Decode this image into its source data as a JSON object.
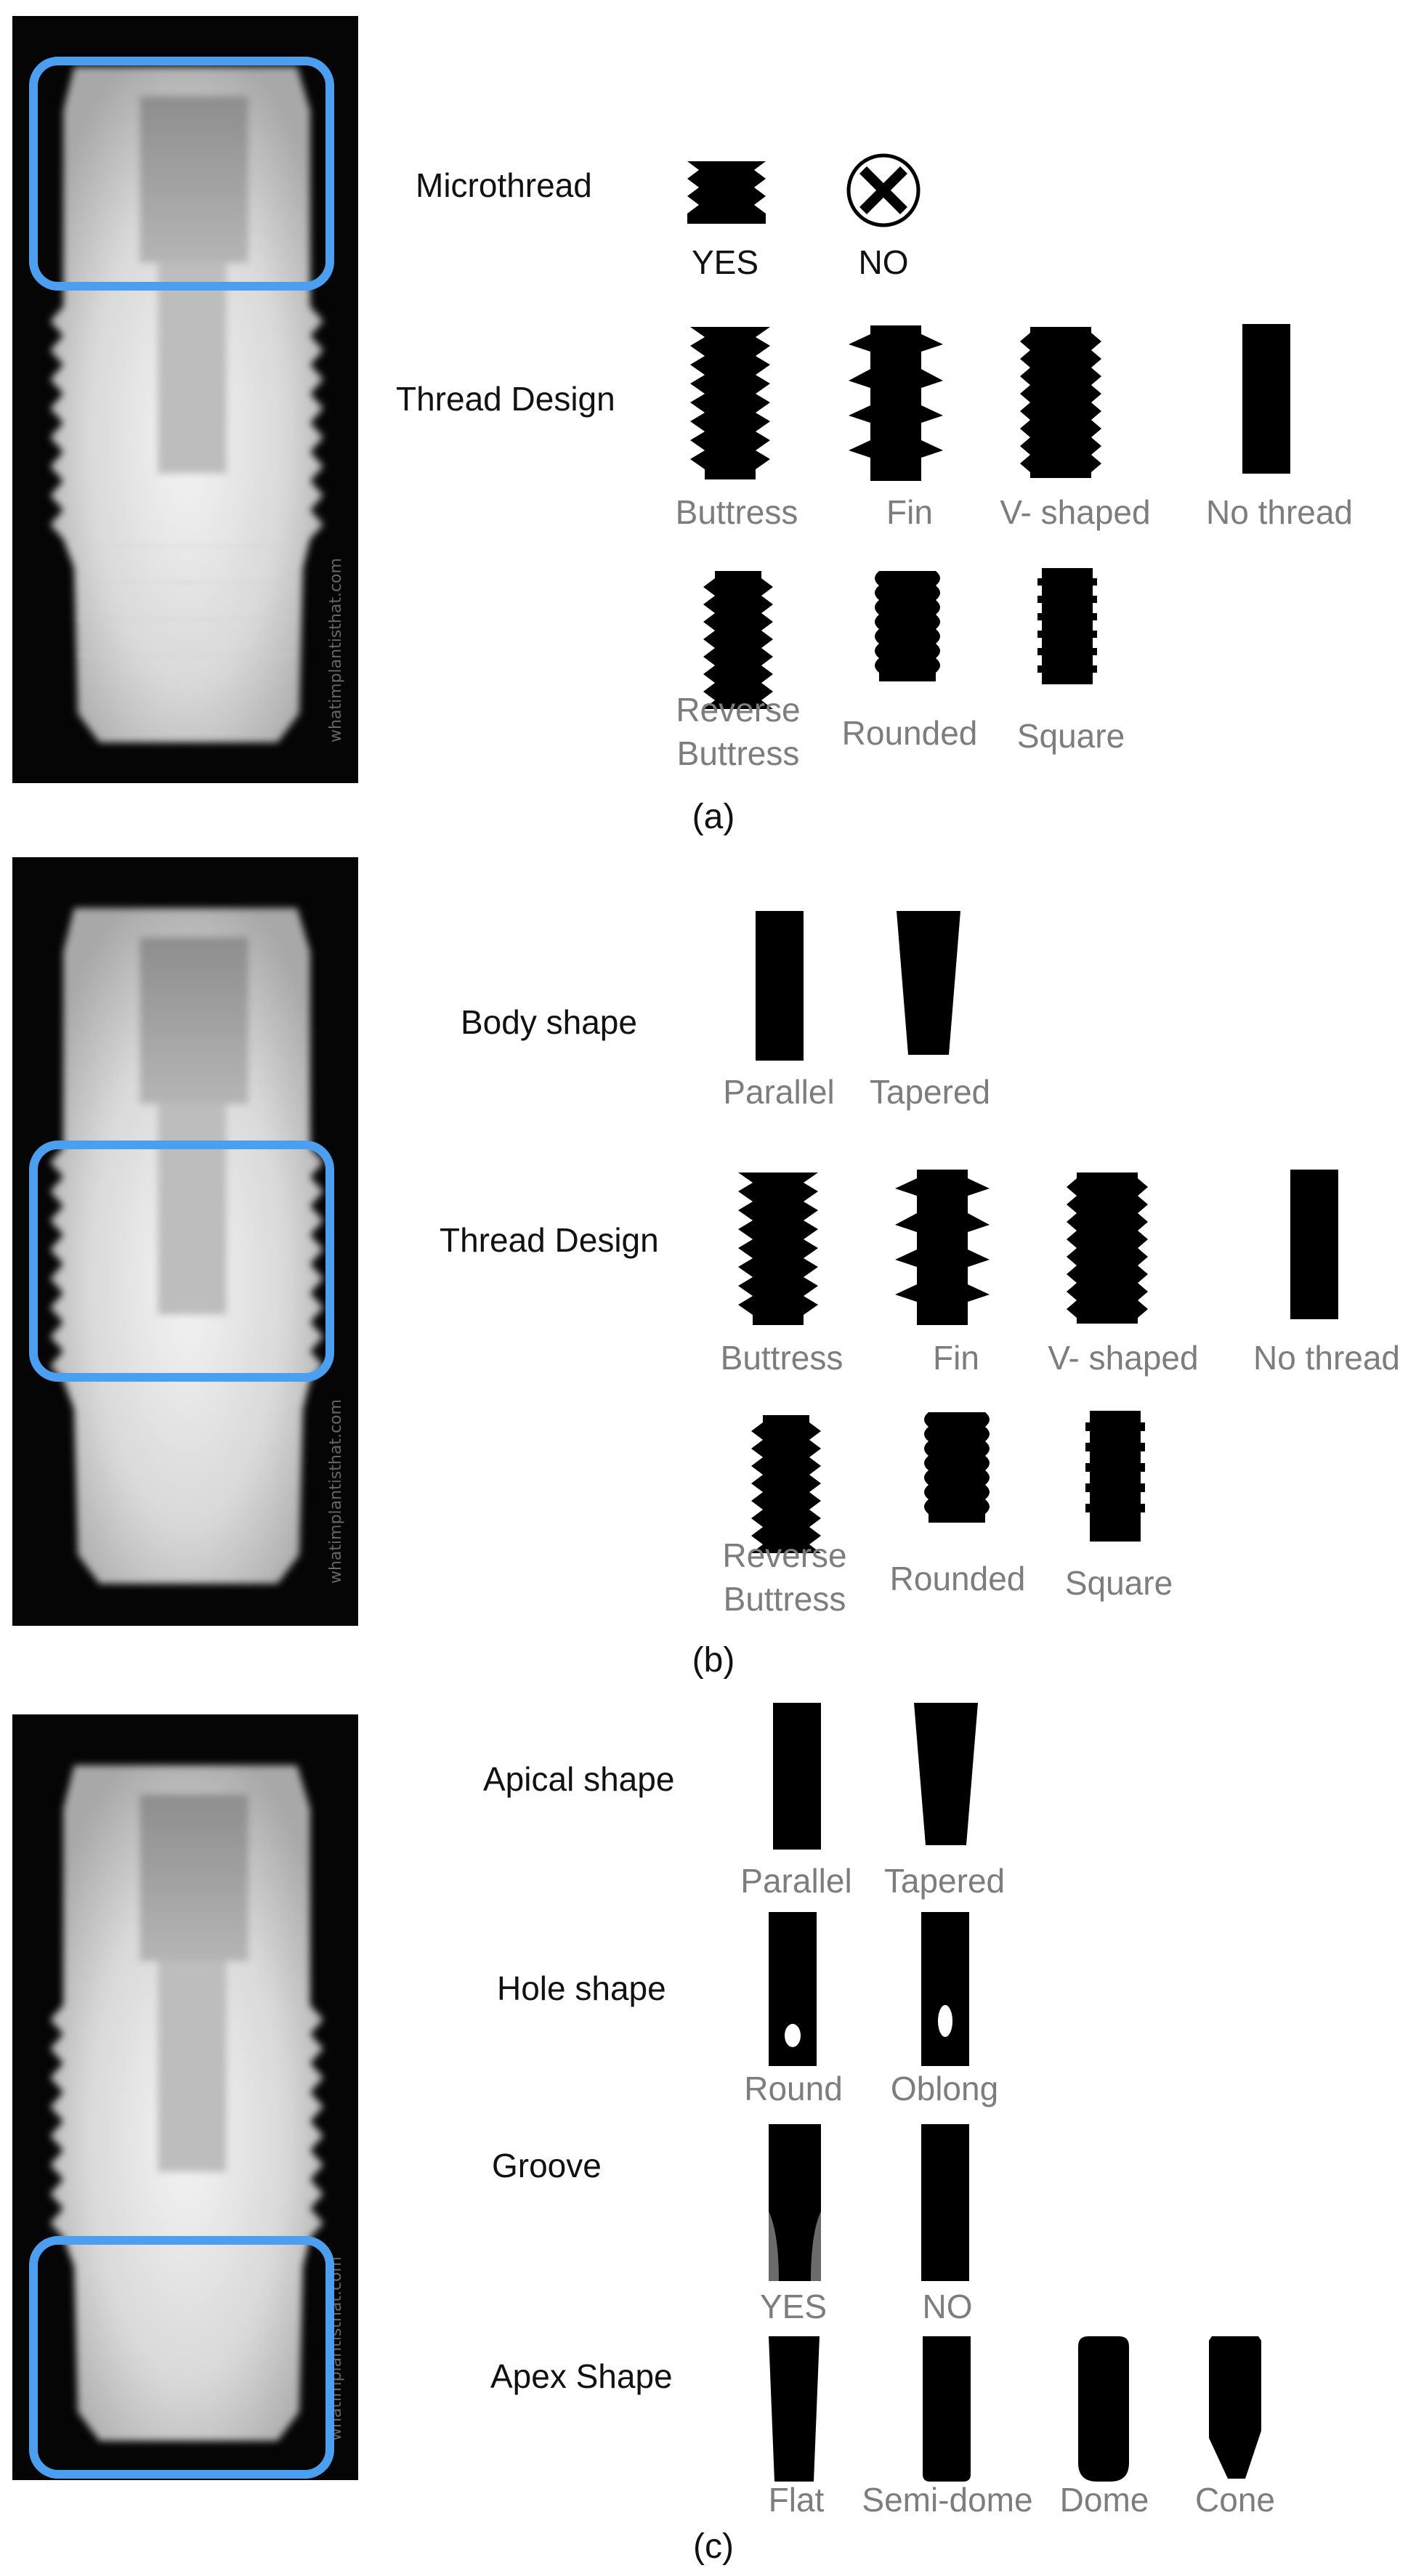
{
  "panel_a": {
    "caption": "(a)",
    "microthread": {
      "title": "Microthread",
      "yes": "YES",
      "no": "NO"
    },
    "thread_design": {
      "title": "Thread Design",
      "buttress": "Buttress",
      "fin": "Fin",
      "v_shaped": "V- shaped",
      "no_thread": "No thread",
      "reverse_buttress_1": "Reverse",
      "reverse_buttress_2": "Buttress",
      "rounded": "Rounded",
      "square": "Square"
    }
  },
  "panel_b": {
    "caption": "(b)",
    "body_shape": {
      "title": "Body shape",
      "parallel": "Parallel",
      "tapered": "Tapered"
    },
    "thread_design": {
      "title": "Thread Design",
      "buttress": "Buttress",
      "fin": "Fin",
      "v_shaped": "V- shaped",
      "no_thread": "No thread",
      "reverse_buttress_1": "Reverse",
      "reverse_buttress_2": "Buttress",
      "rounded": "Rounded",
      "square": "Square"
    }
  },
  "panel_c": {
    "caption": "(c)",
    "apical_shape": {
      "title": "Apical shape",
      "parallel": "Parallel",
      "tapered": "Tapered"
    },
    "hole_shape": {
      "title": "Hole shape",
      "round": "Round",
      "oblong": "Oblong"
    },
    "groove": {
      "title": "Groove",
      "yes": "YES",
      "no": "NO"
    },
    "apex_shape": {
      "title": "Apex Shape",
      "flat": "Flat",
      "semi_dome": "Semi-dome",
      "dome": "Dome",
      "cone": "Cone"
    }
  },
  "colors": {
    "highlight": "#4a9ff0",
    "icon": "#000000",
    "secondary_label": "#7d7d7d"
  }
}
